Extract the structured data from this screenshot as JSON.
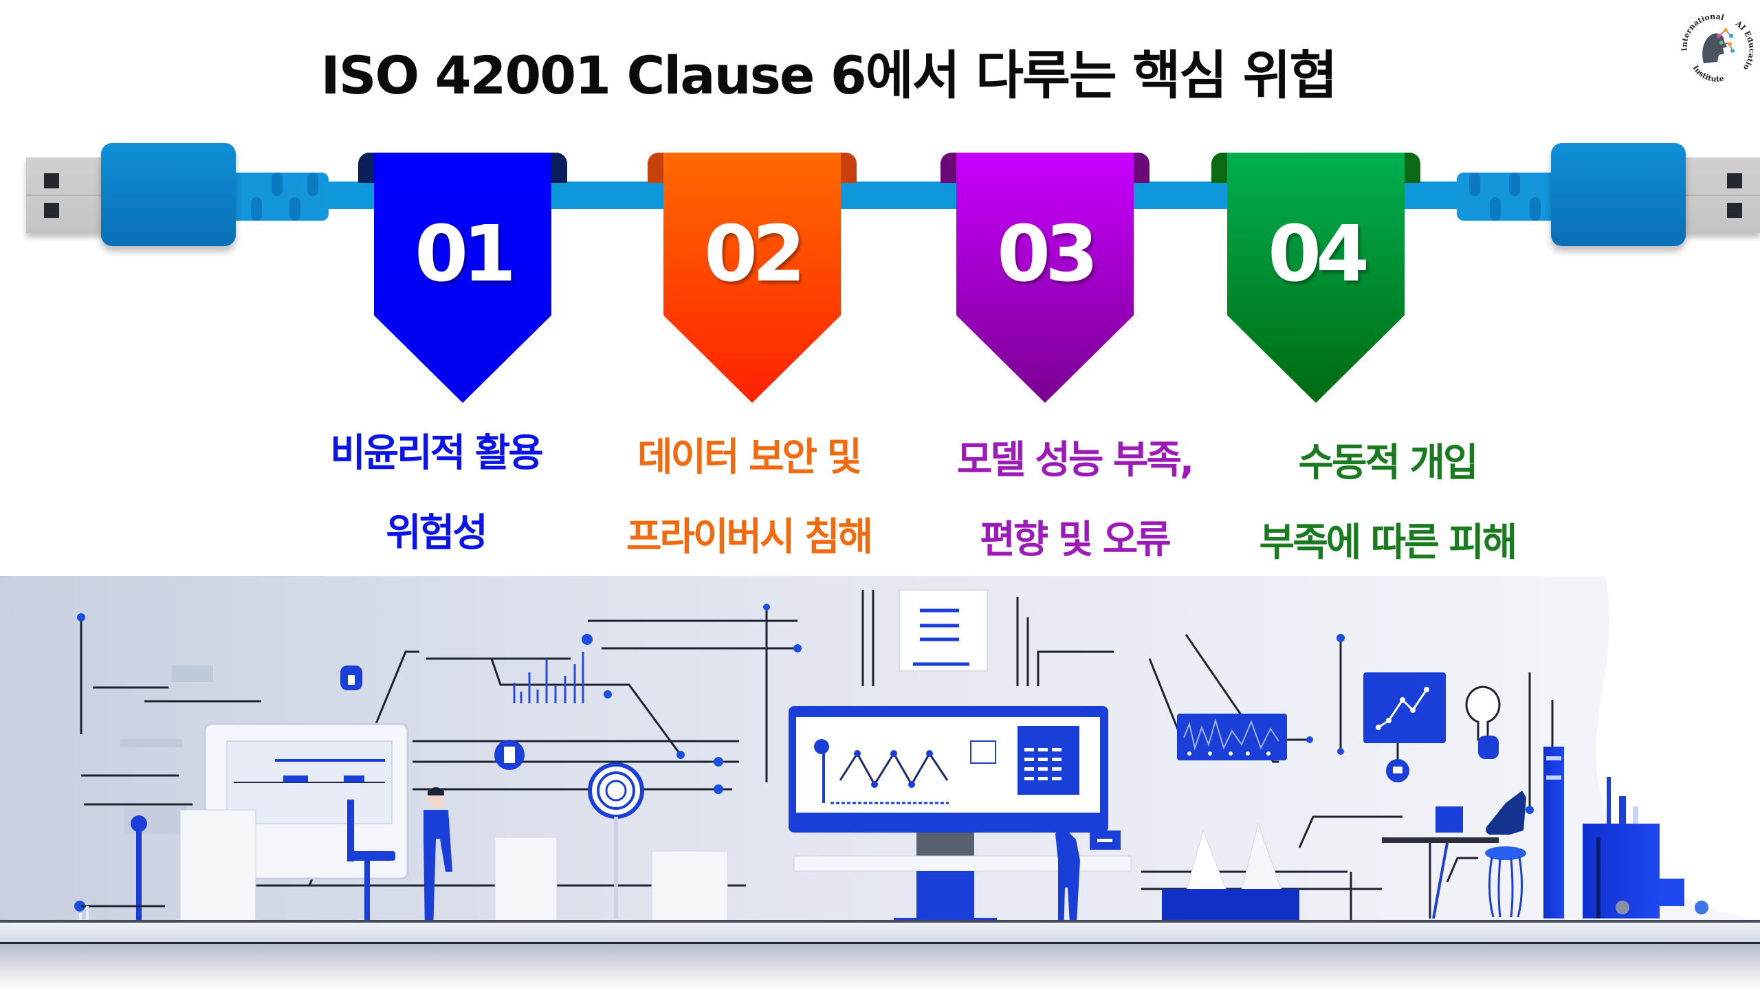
{
  "slide": {
    "title": "ISO 42001 Clause 6에서 다루는 핵심 위협",
    "logo": {
      "text_top": "International",
      "text_right": "AI Education",
      "text_bottom": "Institute",
      "full_name": "International AI Education Institute",
      "icon": "head-with-neural-network-icon"
    }
  },
  "connector": {
    "left_plug_icon": "usb-plug-icon",
    "right_plug_icon": "usb-plug-icon",
    "cable_color": "#0f97dc"
  },
  "threats": [
    {
      "number": "01",
      "line1": "비윤리적 활용",
      "line2": "위험성",
      "color": "#0000f0",
      "banner_top": "#0000ff",
      "banner_bottom": "#0000ee",
      "tab_color": "#0a1f5c",
      "text_color": "#0a14e6"
    },
    {
      "number": "02",
      "line1": "데이터 보안 및",
      "line2": "프라이버시 침해",
      "color": "#f26a10",
      "banner_top": "#ff6a00",
      "banner_bottom": "#ff2200",
      "tab_color": "#c8400a",
      "text_color": "#f26a10"
    },
    {
      "number": "03",
      "line1": "모델 성능 부족,",
      "line2": "편향 및 오류",
      "color": "#a018c8",
      "banner_top": "#c800ff",
      "banner_bottom": "#7a0090",
      "tab_color": "#6a0878",
      "text_color": "#9c1ab8"
    },
    {
      "number": "04",
      "line1": "수동적 개입",
      "line2": "부족에 따른 피해",
      "color": "#1a7a20",
      "banner_top": "#00b050",
      "banner_bottom": "#006a10",
      "tab_color": "#0a6a14",
      "text_color": "#1a7a20"
    }
  ],
  "illustration": {
    "description": "3D office scene with AI monitoring dashboards, people, desks and circuit lines",
    "accent": "#1a3fd8",
    "monitor_icon": "dashboard-monitor-icon",
    "lightbulb_icon": "lightbulb-icon",
    "document_icon": "document-icon",
    "lock_icon": "lock-icon",
    "target_icon": "target-icon"
  }
}
